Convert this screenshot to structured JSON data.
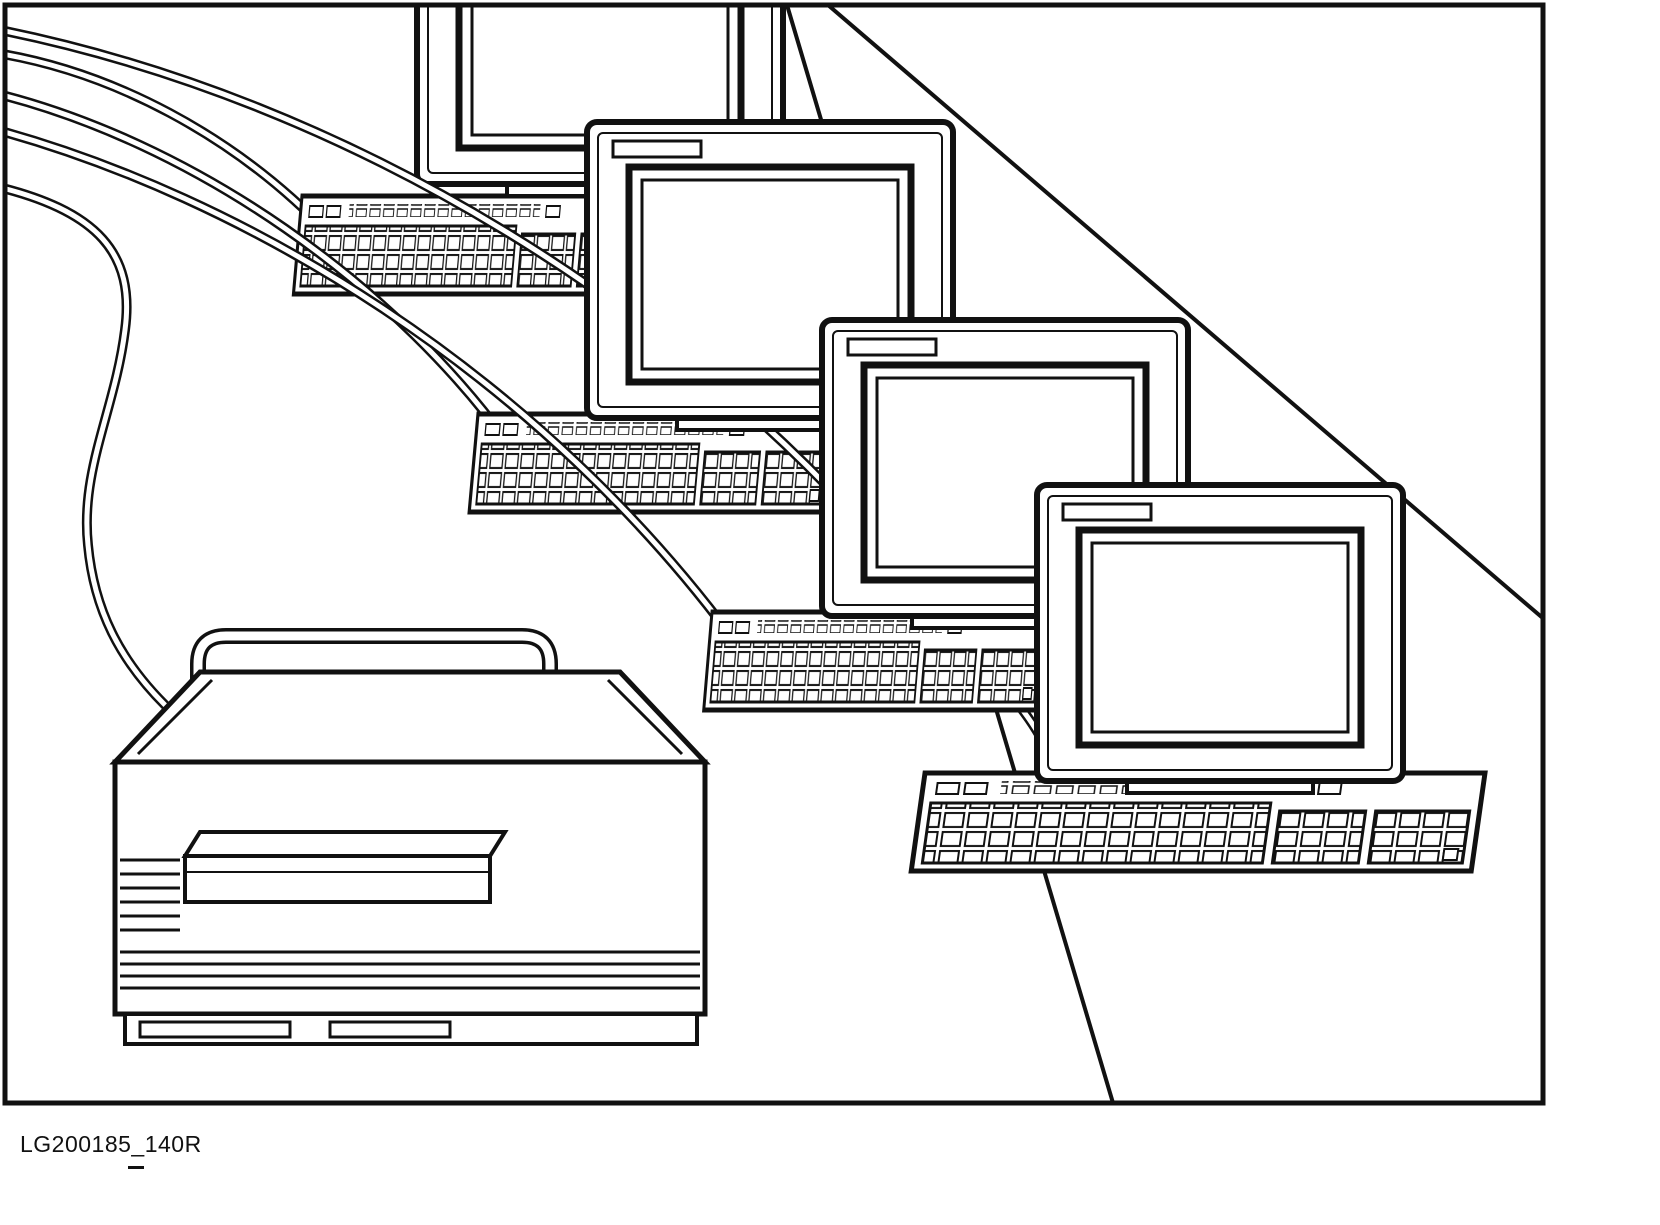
{
  "figure": {
    "caption": "LG200185_140R",
    "type": "line-art-illustration",
    "scene": "Four desktop computer terminals (CRT monitor with keyboard) arranged diagonally, connected by sweeping cables entering from the left edge, with a printer in the lower-left corner inside a rectangular frame",
    "colors": {
      "line": "#111111",
      "background": "#ffffff"
    },
    "components": {
      "terminals": [
        "terminal-1",
        "terminal-2",
        "terminal-3",
        "terminal-4"
      ],
      "printer": "printer",
      "cables": [
        "cable-a",
        "cable-b",
        "cable-c",
        "cable-d",
        "printer-cable"
      ],
      "surfaces": [
        "wall-edge-diagonal",
        "table-edge-diagonal"
      ]
    }
  }
}
